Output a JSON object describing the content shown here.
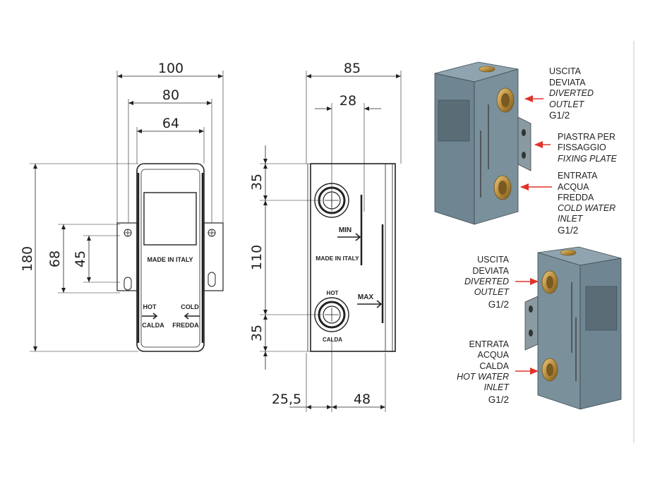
{
  "front_view": {
    "dims": {
      "width_outer": "100",
      "width_middle": "80",
      "width_inner": "64",
      "height_total": "180",
      "height_holes_outer": "68",
      "height_holes_inner": "45"
    },
    "made_in": "MADE IN ITALY",
    "hot_label": "HOT",
    "calda_label": "CALDA",
    "cold_label": "COLD",
    "fredda_label": "FREDDA"
  },
  "side_view": {
    "dims": {
      "depth": "85",
      "offset": "28",
      "top": "35",
      "middle": "110",
      "bottom": "35",
      "bottom_left": "25,5",
      "bottom_right": "48"
    },
    "min_label": "MIN",
    "max_label": "MAX",
    "made_in": "MADE IN ITALY",
    "hot_label": "HOT",
    "calda_label": "CALDA"
  },
  "view_1_labels": {
    "outlet": [
      "USCITA",
      "DEVIATA",
      "DIVERTED",
      "OUTLET",
      "G1/2"
    ],
    "plate": [
      "PIASTRA PER",
      "FISSAGGIO",
      "FIXING PLATE"
    ],
    "inlet": [
      "ENTRATA",
      "ACQUA",
      "FREDDA",
      "COLD WATER",
      "INLET",
      "G1/2"
    ]
  },
  "view_2_labels": {
    "outlet": [
      "USCITA",
      "DEVIATA",
      "DIVERTED",
      "OUTLET",
      "G1/2"
    ],
    "inlet": [
      "ENTRATA",
      "ACQUA",
      "CALDA",
      "HOT WATER",
      "INLET",
      "G1/2"
    ]
  },
  "colors": {
    "body": "#6f8591",
    "body_top": "#8fa4ae",
    "body_side": "#5d717c",
    "brass": "#c9a35a",
    "brass_dark": "#8a6a2a",
    "arrow": "#e0332b"
  }
}
